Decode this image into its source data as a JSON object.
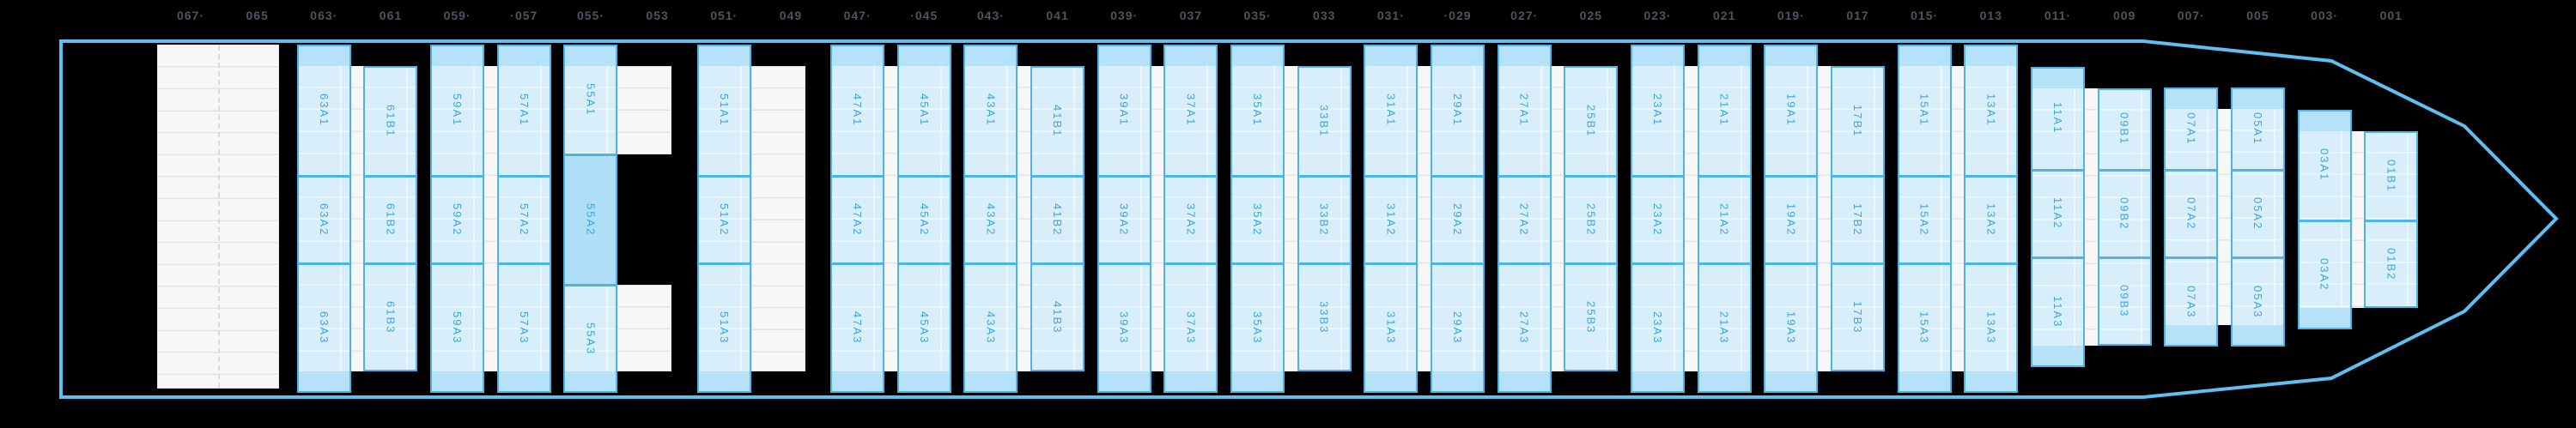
{
  "bay_numbers": [
    "067·",
    "065",
    "063·",
    "061",
    "059·",
    "·057",
    "055·",
    "053",
    "051·",
    "049",
    "047·",
    "·045",
    "043·",
    "041",
    "039·",
    "037",
    "035·",
    "033",
    "031·",
    "·029",
    "027·",
    "025",
    "023·",
    "021",
    "019·",
    "017",
    "015·",
    "013",
    "011·",
    "009",
    "007·",
    "005",
    "003·",
    "001"
  ],
  "highlighted_slot": "55A2",
  "hatches": [
    {
      "kind": "empty-grid",
      "bays": "067-065"
    },
    {
      "profile": "std",
      "cols": [
        {
          "bay": 63,
          "type": "A",
          "slots": [
            "63A1",
            "63A2",
            "63A3"
          ]
        },
        {
          "bay": 61,
          "type": "B",
          "slots": [
            "61B1",
            "61B2",
            "61B3"
          ]
        }
      ]
    },
    {
      "profile": "std",
      "cols": [
        {
          "bay": 59,
          "type": "A",
          "slots": [
            "59A1",
            "59A2",
            "59A3"
          ]
        },
        {
          "bay": 57,
          "type": "A",
          "slots": [
            "57A1",
            "57A2",
            "57A3"
          ]
        }
      ]
    },
    {
      "profile": "p55",
      "cols": [
        {
          "bay": 55,
          "type": "A",
          "slots": [
            "55A1",
            "55A2",
            "55A3"
          ],
          "highlighted_slot": "55A2"
        },
        {
          "bay": 53,
          "type": "empty-split"
        }
      ]
    },
    {
      "profile": "std",
      "cols": [
        {
          "bay": 51,
          "type": "A",
          "slots": [
            "51A1",
            "51A2",
            "51A3"
          ]
        },
        {
          "bay": 49,
          "type": "empty"
        }
      ]
    },
    {
      "profile": "std",
      "cols": [
        {
          "bay": 47,
          "type": "A",
          "slots": [
            "47A1",
            "47A2",
            "47A3"
          ]
        },
        {
          "bay": 45,
          "type": "A",
          "slots": [
            "45A1",
            "45A2",
            "45A3"
          ]
        }
      ]
    },
    {
      "profile": "std",
      "cols": [
        {
          "bay": 43,
          "type": "A",
          "slots": [
            "43A1",
            "43A2",
            "43A3"
          ]
        },
        {
          "bay": 41,
          "type": "B",
          "slots": [
            "41B1",
            "41B2",
            "41B3"
          ]
        }
      ]
    },
    {
      "profile": "std",
      "cols": [
        {
          "bay": 39,
          "type": "A",
          "slots": [
            "39A1",
            "39A2",
            "39A3"
          ]
        },
        {
          "bay": 37,
          "type": "A",
          "slots": [
            "37A1",
            "37A2",
            "37A3"
          ]
        }
      ]
    },
    {
      "profile": "std",
      "cols": [
        {
          "bay": 35,
          "type": "A",
          "slots": [
            "35A1",
            "35A2",
            "35A3"
          ]
        },
        {
          "bay": 33,
          "type": "B",
          "slots": [
            "33B1",
            "33B2",
            "33B3"
          ]
        }
      ]
    },
    {
      "profile": "std",
      "cols": [
        {
          "bay": 31,
          "type": "A",
          "slots": [
            "31A1",
            "31A2",
            "31A3"
          ]
        },
        {
          "bay": 29,
          "type": "A",
          "slots": [
            "29A1",
            "29A2",
            "29A3"
          ]
        }
      ]
    },
    {
      "profile": "std",
      "cols": [
        {
          "bay": 27,
          "type": "A",
          "slots": [
            "27A1",
            "27A2",
            "27A3"
          ]
        },
        {
          "bay": 25,
          "type": "B",
          "slots": [
            "25B1",
            "25B2",
            "25B3"
          ]
        }
      ]
    },
    {
      "profile": "std",
      "cols": [
        {
          "bay": 23,
          "type": "A",
          "slots": [
            "23A1",
            "23A2",
            "23A3"
          ]
        },
        {
          "bay": 21,
          "type": "A",
          "slots": [
            "21A1",
            "21A2",
            "21A3"
          ]
        }
      ]
    },
    {
      "profile": "std",
      "cols": [
        {
          "bay": 19,
          "type": "A",
          "slots": [
            "19A1",
            "19A2",
            "19A3"
          ]
        },
        {
          "bay": 17,
          "type": "B",
          "slots": [
            "17B1",
            "17B2",
            "17B3"
          ]
        }
      ]
    },
    {
      "profile": "std",
      "cols": [
        {
          "bay": 15,
          "type": "A",
          "slots": [
            "15A1",
            "15A2",
            "15A3"
          ]
        },
        {
          "bay": 13,
          "type": "A",
          "slots": [
            "13A1",
            "13A2",
            "13A3"
          ]
        }
      ]
    },
    {
      "profile": "bow1",
      "cols": [
        {
          "bay": 11,
          "type": "A",
          "slots": [
            "11A1",
            "11A2",
            "11A3"
          ]
        },
        {
          "bay": 9,
          "type": "B",
          "slots": [
            "09B1",
            "09B2",
            "09B3"
          ]
        }
      ]
    },
    {
      "profile": "bow2",
      "cols": [
        {
          "bay": 7,
          "type": "A",
          "slots": [
            "07A1",
            "07A2",
            "07A3"
          ]
        },
        {
          "bay": 5,
          "type": "A",
          "slots": [
            "05A1",
            "05A2",
            "05A3"
          ]
        }
      ]
    },
    {
      "profile": "bow3",
      "cols": [
        {
          "bay": 3,
          "type": "A",
          "slots": [
            "03A1",
            "03A2"
          ]
        },
        {
          "bay": 1,
          "type": "B",
          "slots": [
            "01B1",
            "01B2"
          ]
        }
      ]
    }
  ],
  "colors": {
    "background": "#000000",
    "hull_outline": "#5fbff0",
    "slot_fill": "#d8eefb",
    "slot_cap": "#b5e2f8",
    "slot_highlight": "#aedff7",
    "slot_border": "#4db4ea",
    "slot_label": "#38a6e0",
    "grid_bg": "#f7f7f8",
    "grid_line": "#e4e4e6",
    "bay_number_text": "#4d545e"
  }
}
